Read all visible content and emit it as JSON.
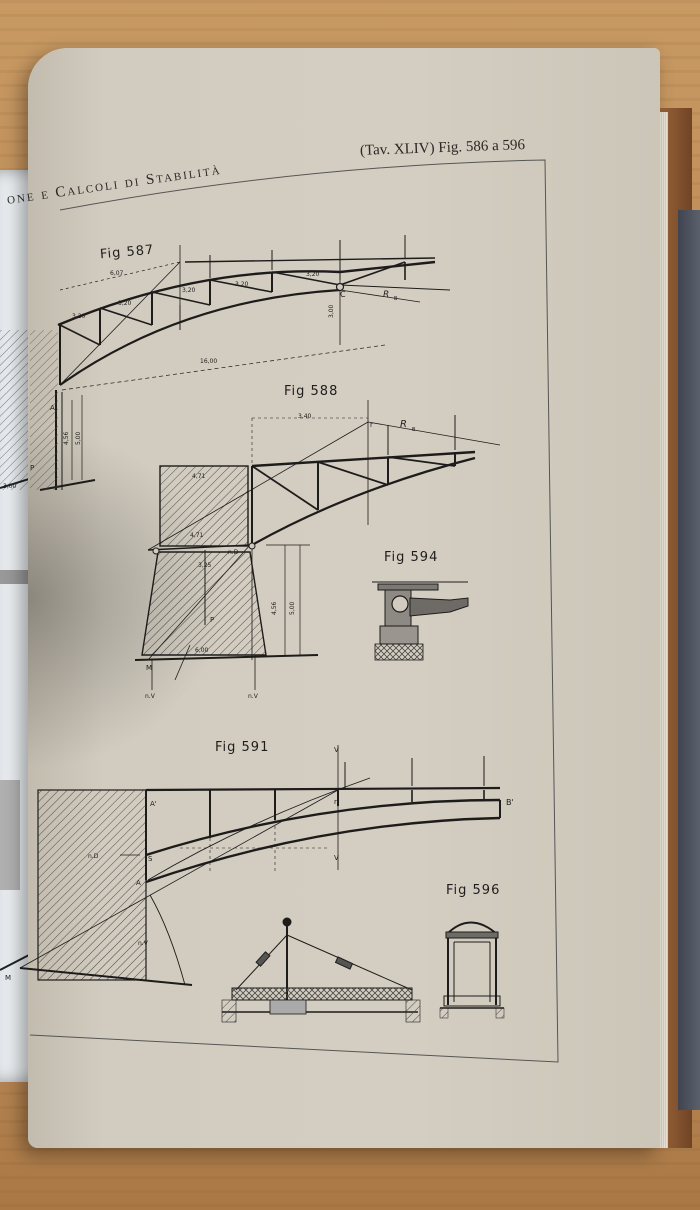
{
  "header": {
    "left": "one e Calcoli di Stabilità",
    "right": "(Tav. XLIV) Fig. 586 a 596"
  },
  "figures": {
    "f587": "Fig 587",
    "f588": "Fig 588",
    "f594": "Fig 594",
    "f591": "Fig 591",
    "f596": "Fig 596"
  },
  "dims587": {
    "a": "6,07",
    "b": "3,20",
    "c": "3,20",
    "d": "3,20",
    "e": "3,20",
    "f": "3,20",
    "g": "3,00",
    "span": "16,00",
    "h1": "4,56",
    "h2": "5,00",
    "cLabel": "C",
    "rb": "R",
    "rbSub": "B",
    "aLabel": "A",
    "pLabel": "P",
    "base": "3,00"
  },
  "dims588": {
    "top": "3,40",
    "rb": "R",
    "rbSub": "B",
    "r": "r",
    "d1": "4,71",
    "d2": "4,71",
    "d3": "3,25",
    "h1": "4,56",
    "h2": "5,00",
    "base": "6,00",
    "m": "M",
    "nd": "n.D",
    "nv": "n.V",
    "nvx": "n.V",
    "p": "P"
  },
  "dims591": {
    "a1": "A'",
    "b1": "B'",
    "v": "V",
    "r": "r",
    "s": "S",
    "a": "A",
    "nd": "n.D",
    "nv": "n.V",
    "m": "M"
  },
  "colors": {
    "ink": "#1d1c1b",
    "paper": "#d2ccc0",
    "hatch": "#4a4844"
  }
}
